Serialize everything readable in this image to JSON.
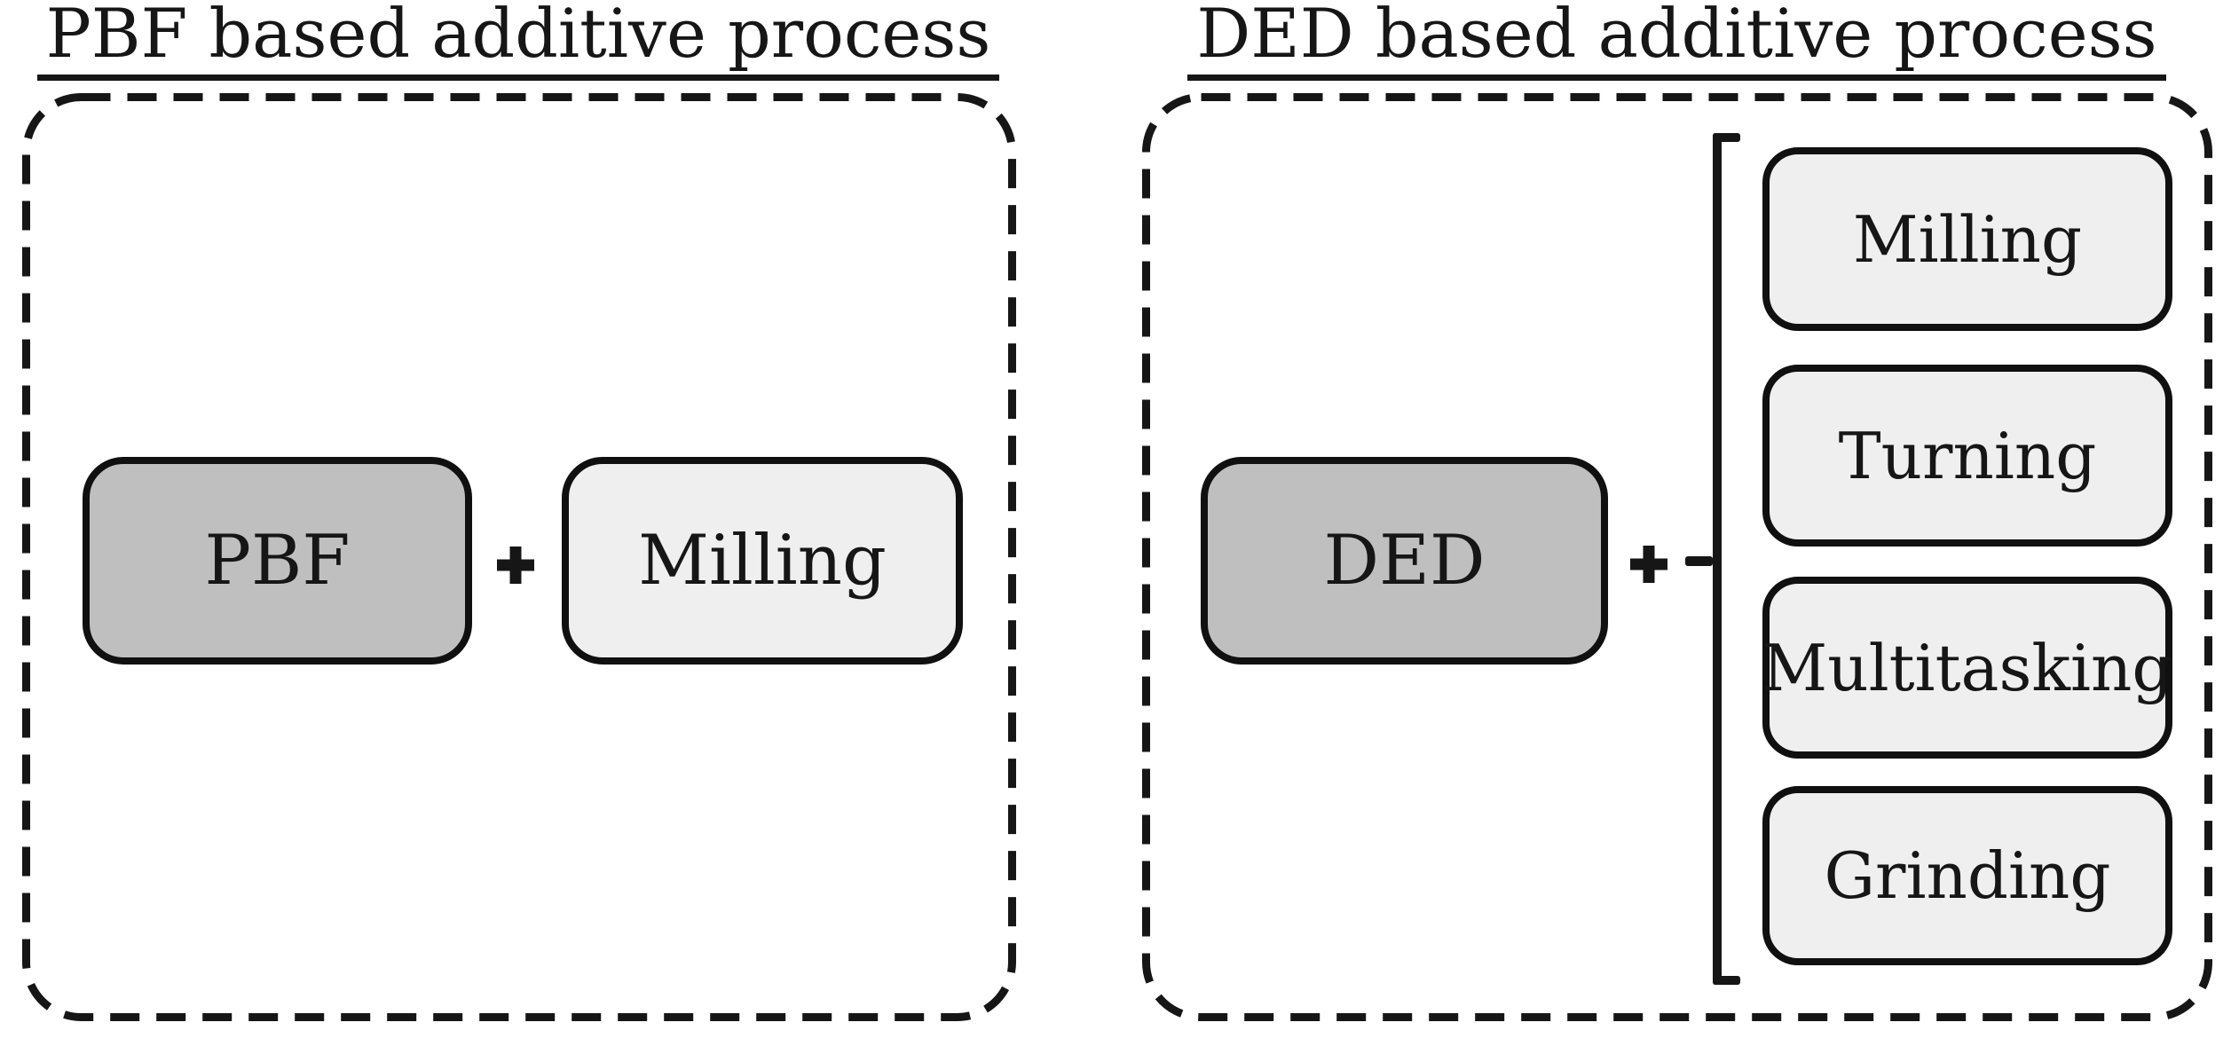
{
  "figure": {
    "background": "#ffffff"
  },
  "colors": {
    "bg": "#ffffff",
    "text": "#161616",
    "line": "#161616",
    "box_border": "#101010",
    "dark_fill": "#c0bfbf",
    "light_fill": "#f0efef"
  },
  "left_panel": {
    "title": "PBF based additive process",
    "process_box": "PBF",
    "plus": "+",
    "machining_boxes": [
      "Milling"
    ]
  },
  "right_panel": {
    "title": "DED based additive process",
    "process_box": "DED",
    "plus": "+",
    "machining_boxes": [
      "Milling",
      "Turning",
      "Multitasking",
      "Grinding"
    ]
  }
}
